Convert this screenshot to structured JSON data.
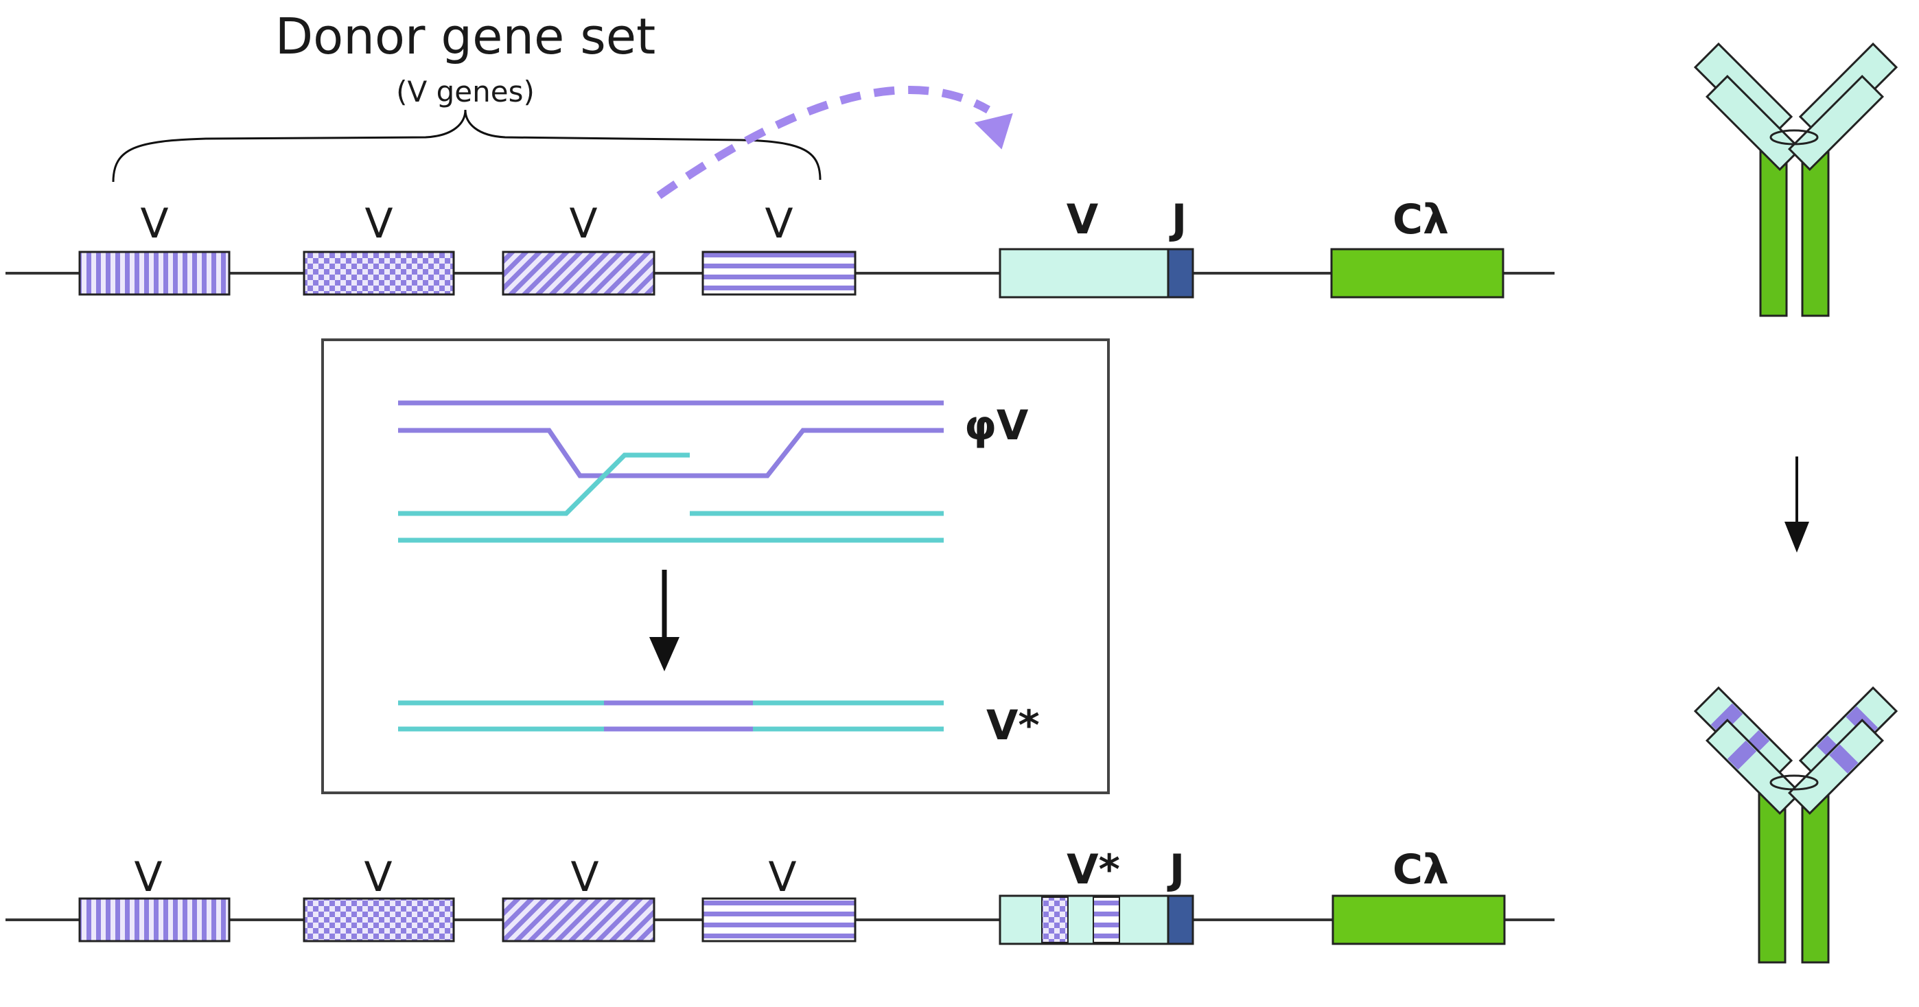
{
  "title": "Donor gene set",
  "subtitle": "(V genes)",
  "top_row": {
    "donor_labels": [
      "V",
      "V",
      "V",
      "V"
    ],
    "target_v_label": "V",
    "j_label": "J",
    "c_label": "Cλ"
  },
  "inset": {
    "pseudo_label": "φV",
    "result_label": "V*"
  },
  "bottom_row": {
    "donor_labels": [
      "V",
      "V",
      "V",
      "V"
    ],
    "target_v_label": "V*",
    "j_label": "J",
    "c_label": "Cλ"
  },
  "colors": {
    "donor_purple": "#8e7fe0",
    "donor_fill": "#d9d2f5",
    "v_cyan_fill": "#ccf5ea",
    "recomb_cyan": "#5fcfcf",
    "j_blue": "#3b5a9a",
    "c_green": "#6ac71a",
    "antibody_green": "#62c01b",
    "antibody_light": "#c8f3e6",
    "dashed_arrow": "#a288ee"
  }
}
